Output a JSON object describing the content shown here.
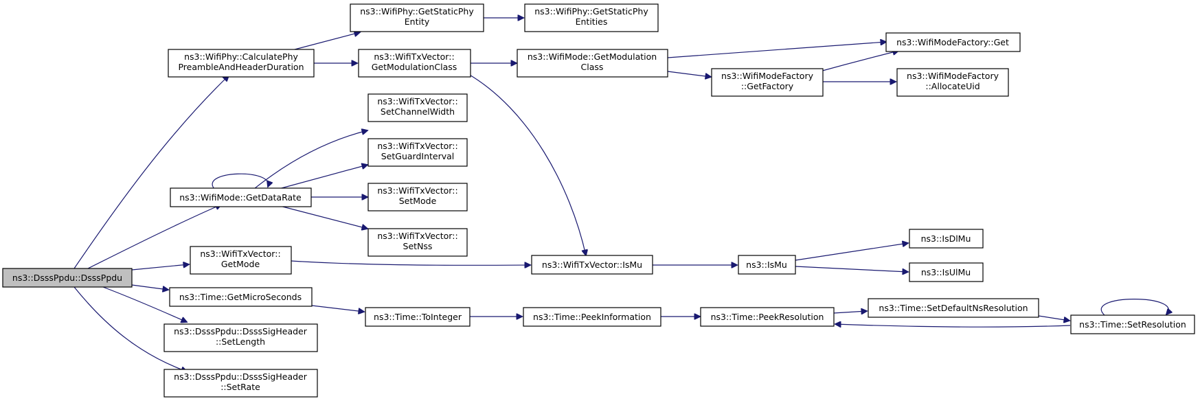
{
  "colors": {
    "edge": "#191970",
    "root_fill": "#bfbfbf",
    "node_fill": "#ffffff",
    "node_border": "#000000"
  },
  "nodes": {
    "dsssppdu": {
      "lines": [
        "ns3::DsssPpdu::DsssPpdu"
      ]
    },
    "calcphy": {
      "lines": [
        "ns3::WifiPhy::CalculatePhy",
        "PreambleAndHeaderDuration"
      ]
    },
    "getstaticphyentity": {
      "lines": [
        "ns3::WifiPhy::GetStaticPhy",
        "Entity"
      ]
    },
    "getstaticphyentities": {
      "lines": [
        "ns3::WifiPhy::GetStaticPhy",
        "Entities"
      ]
    },
    "txv_getmodclass": {
      "lines": [
        "ns3::WifiTxVector::",
        "GetModulationClass"
      ]
    },
    "mode_getmodclass": {
      "lines": [
        "ns3::WifiMode::GetModulation",
        "Class"
      ]
    },
    "factory_get": {
      "lines": [
        "ns3::WifiModeFactory::Get"
      ]
    },
    "factory_getfactory": {
      "lines": [
        "ns3::WifiModeFactory",
        "::GetFactory"
      ]
    },
    "factory_allocuid": {
      "lines": [
        "ns3::WifiModeFactory",
        "::AllocateUid"
      ]
    },
    "setchannelwidth": {
      "lines": [
        "ns3::WifiTxVector::",
        "SetChannelWidth"
      ]
    },
    "setguardinterval": {
      "lines": [
        "ns3::WifiTxVector::",
        "SetGuardInterval"
      ]
    },
    "getdatarate": {
      "lines": [
        "ns3::WifiMode::GetDataRate"
      ]
    },
    "setmode": {
      "lines": [
        "ns3::WifiTxVector::",
        "SetMode"
      ]
    },
    "setnss": {
      "lines": [
        "ns3::WifiTxVector::",
        "SetNss"
      ]
    },
    "txv_getmode": {
      "lines": [
        "ns3::WifiTxVector::",
        "GetMode"
      ]
    },
    "txv_ismu": {
      "lines": [
        "ns3::WifiTxVector::IsMu"
      ]
    },
    "ismu": {
      "lines": [
        "ns3::IsMu"
      ]
    },
    "isdlmu": {
      "lines": [
        "ns3::IsDlMu"
      ]
    },
    "isulmu": {
      "lines": [
        "ns3::IsUlMu"
      ]
    },
    "getmicroseconds": {
      "lines": [
        "ns3::Time::GetMicroSeconds"
      ]
    },
    "tointeger": {
      "lines": [
        "ns3::Time::ToInteger"
      ]
    },
    "peekinformation": {
      "lines": [
        "ns3::Time::PeekInformation"
      ]
    },
    "peekresolution": {
      "lines": [
        "ns3::Time::PeekResolution"
      ]
    },
    "setdefaultns": {
      "lines": [
        "ns3::Time::SetDefaultNsResolution"
      ]
    },
    "setresolution": {
      "lines": [
        "ns3::Time::SetResolution"
      ]
    },
    "sig_setlength": {
      "lines": [
        "ns3::DsssPpdu::DsssSigHeader",
        "::SetLength"
      ]
    },
    "sig_setrate": {
      "lines": [
        "ns3::DsssPpdu::DsssSigHeader",
        "::SetRate"
      ]
    }
  }
}
